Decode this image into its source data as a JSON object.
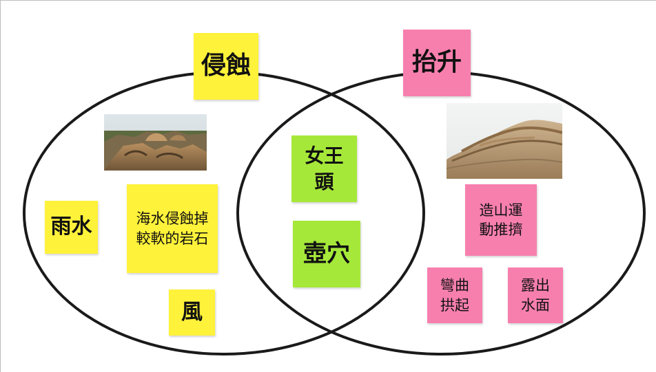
{
  "diagram": {
    "left_circle": {
      "title": "侵蝕",
      "notes": {
        "rain": "雨水",
        "sea": "海水侵蝕掉\n較軟的岩石",
        "wind": "風"
      }
    },
    "right_circle": {
      "title": "抬升",
      "notes": {
        "tectonic": "造山運\n動推擠",
        "fold": "彎曲\n拱起",
        "expose": "露出\n水面"
      }
    },
    "overlap": {
      "notes": {
        "queen_head": "女王\n頭",
        "pothole": "壺穴"
      }
    }
  },
  "colors": {
    "erosion": "#fff23a",
    "uplift": "#f77fae",
    "overlap": "#a6e83a",
    "circle_stroke": "#1a1a1a"
  }
}
